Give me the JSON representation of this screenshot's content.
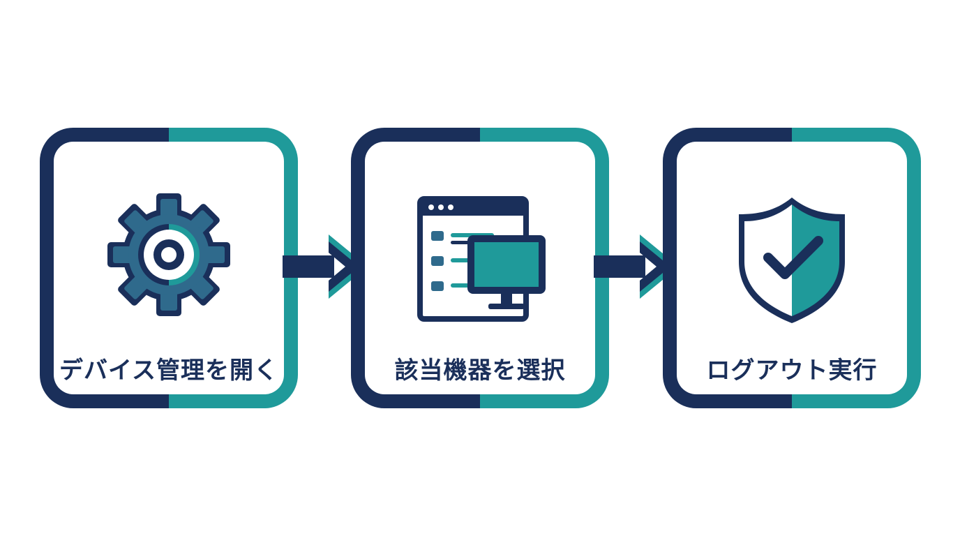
{
  "colors": {
    "navy": "#1a2f5a",
    "teal": "#1f9a9a",
    "steel": "#2f6a8c",
    "white": "#ffffff"
  },
  "steps": [
    {
      "label": "デバイス管理を開く",
      "icon": "gear-icon"
    },
    {
      "label": "該当機器を選択",
      "icon": "window-monitor-icon"
    },
    {
      "label": "ログアウト実行",
      "icon": "shield-check-icon"
    }
  ],
  "connectors": [
    "arrow-right-icon",
    "arrow-right-icon"
  ]
}
